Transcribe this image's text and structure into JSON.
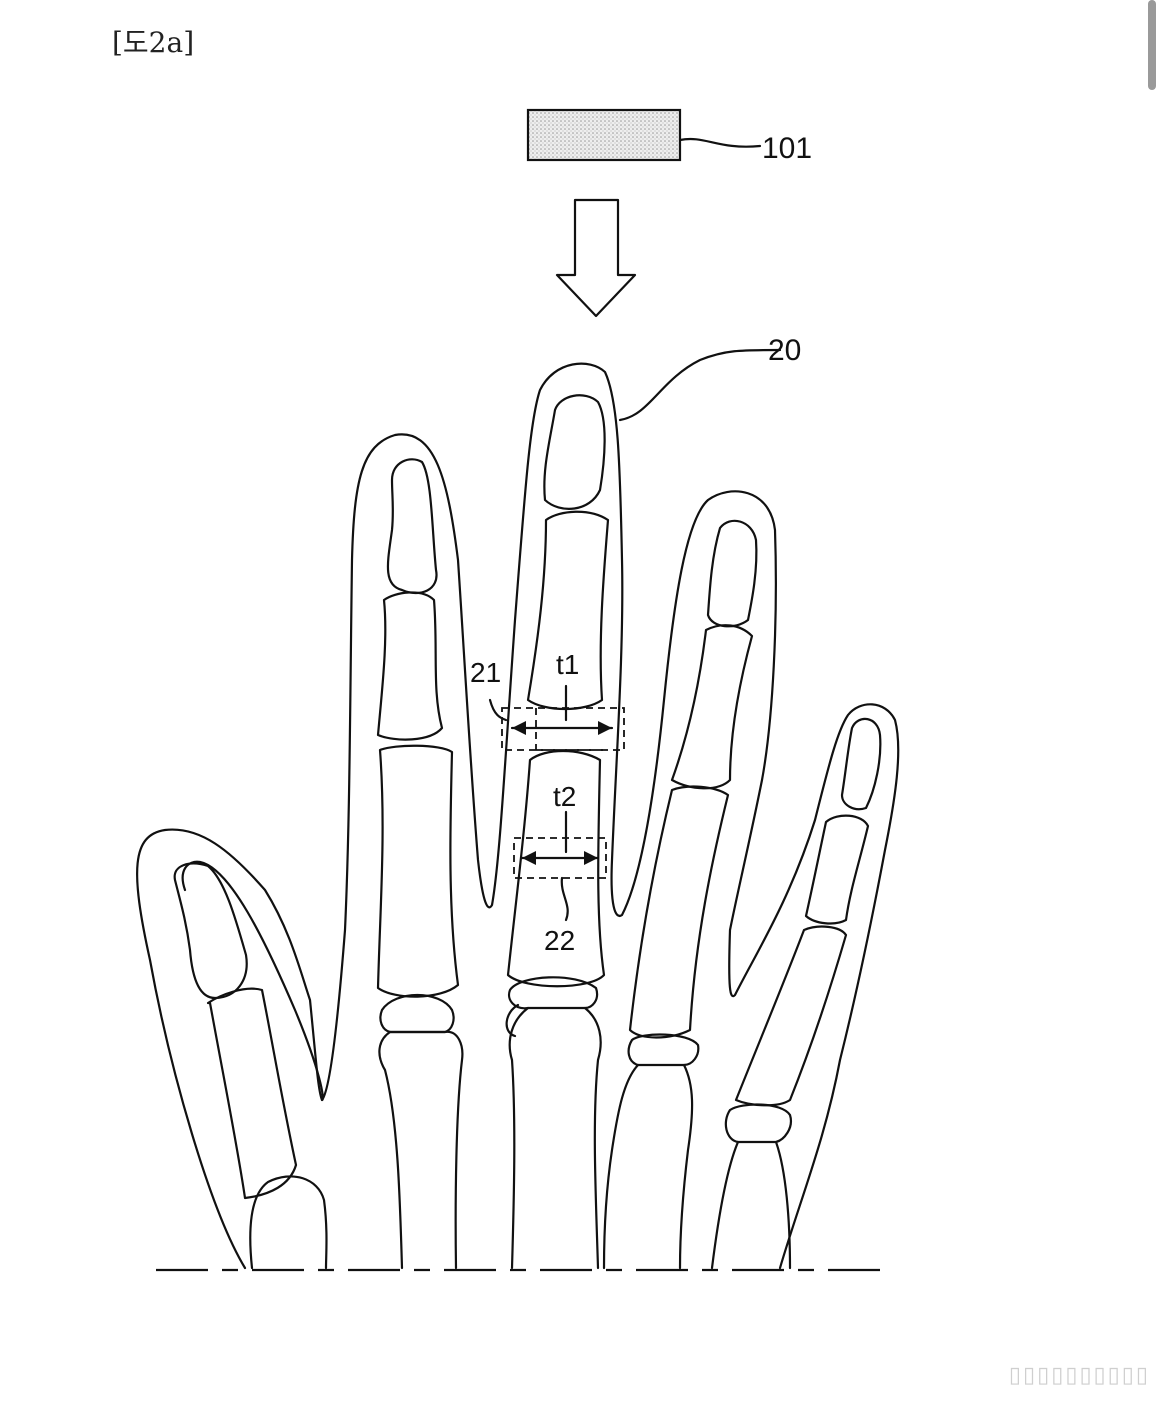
{
  "figure": {
    "title": "[도2a]",
    "labels": {
      "light_source": "101",
      "finger_contour": "20",
      "region_1": "21",
      "region_2": "22",
      "thickness_1": "t1",
      "thickness_2": "t2"
    }
  },
  "colors": {
    "line": "#111111",
    "source_fill": "#e2e2e2",
    "background": "#ffffff"
  },
  "overlay": {
    "watermark": "▯▯▯▯▯▯▯▯▯▯"
  }
}
